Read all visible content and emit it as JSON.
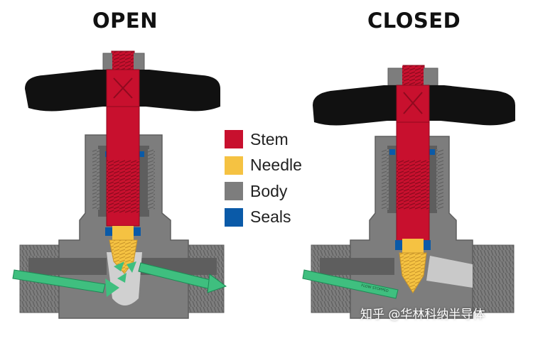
{
  "titles": {
    "open": "OPEN",
    "closed": "CLOSED"
  },
  "legend": [
    {
      "label": "Stem",
      "color": "#c8102e"
    },
    {
      "label": "Needle",
      "color": "#f5c242"
    },
    {
      "label": "Body",
      "color": "#7d7d7d"
    },
    {
      "label": "Seals",
      "color": "#0a5aa8"
    }
  ],
  "colors": {
    "handle": "#111111",
    "body": "#7d7d7d",
    "body_dark": "#5e5e5e",
    "flow": "#3fbf7f"
  },
  "flow_label": "FLOW STOPPED",
  "watermark": "知乎 @华林科纳半导体"
}
